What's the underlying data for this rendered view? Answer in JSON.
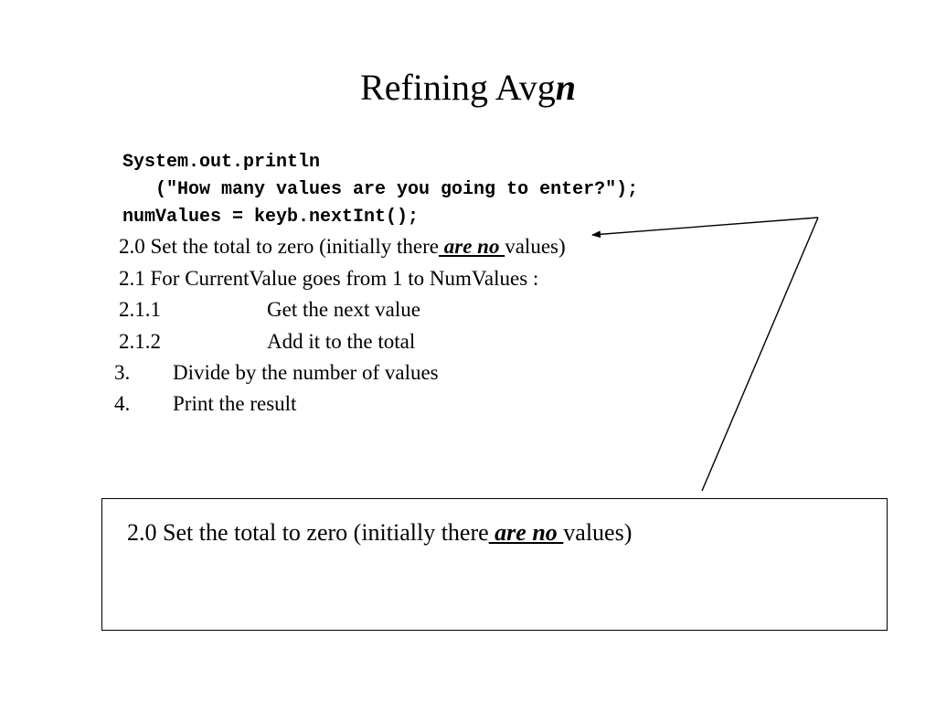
{
  "slide": {
    "title_prefix": "Refining Avg",
    "title_italic": "n",
    "code": {
      "line1": "System.out.println",
      "line2": "(\"How many values are you going to enter?\");",
      "line3": "numValues = keyb.nextInt();"
    },
    "steps": {
      "s20_before": "2.0 Set the total to zero (initially there",
      "s20_emph": " are no ",
      "s20_after": "values)",
      "s21": "2.1  For CurrentValue goes from 1 to NumValues :",
      "s211_num": "2.1.1",
      "s211_text": "Get the next value",
      "s212_num": "2.1.2",
      "s212_text": "Add it to the total",
      "s3_num": "3.",
      "s3_text": "Divide by the number of values",
      "s4_num": "4.",
      "s4_text": "Print the result"
    },
    "callout": {
      "before": "2.0 Set the total to zero (initially there",
      "emph": " are no ",
      "after": "values)"
    }
  }
}
